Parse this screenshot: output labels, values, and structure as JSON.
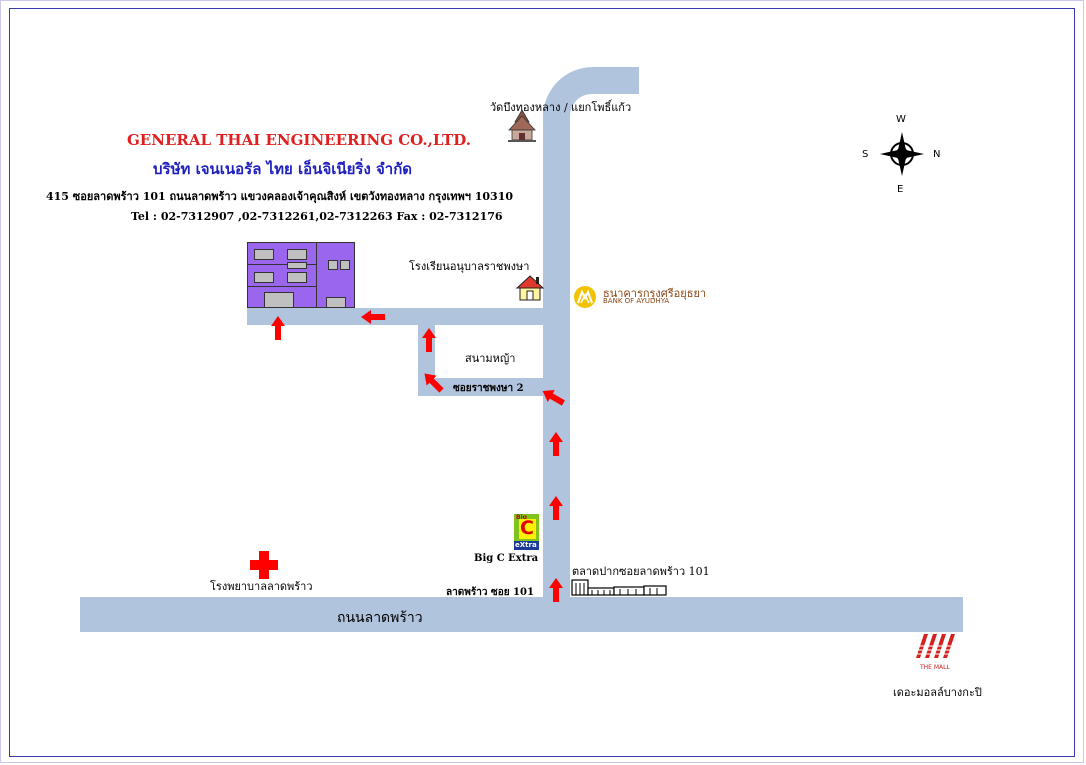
{
  "company": {
    "name_en": "GENERAL THAI ENGINEERING CO.,LTD.",
    "name_th": "บริษัท เจนเนอรัล ไทย เอ็นจิเนียริ่ง จำกัด",
    "address": "415  ซอยลาดพร้าว 101 ถนนลาดพร้าว แขวงคลองเจ้าคุณสิงห์ เขตวังทองหลาง กรุงเทพฯ 10310",
    "contact": "Tel : 02-7312907 ,02-7312261,02-7312263 Fax : 02-7312176"
  },
  "compass": {
    "north": "W",
    "west": "S",
    "east": "N",
    "south": "E"
  },
  "roads": {
    "main_road": "ถนนลาดพร้าว",
    "soi_entrance": "ลาดพร้าว ซอย 101",
    "side_soi": "ซอยราชพงษา 2"
  },
  "landmarks": {
    "temple": "วัดบึงทองหลาง / แยกโพธิ์แก้ว",
    "school": "โรงเรียนอนุบาลราชพงษา",
    "bank_th": "ธนาคารกรุงศรีอยุธยา",
    "bank_en": "BANK OF AYUDHYA",
    "field": "สนามหญ้า",
    "big_c": "Big C Extra",
    "big_c_logo_top": "Big",
    "big_c_logo_letter": "C",
    "big_c_logo_bottom": "eXtra",
    "market": "ตลาดปากซอยลาดพร้าว 101",
    "hospital": "โรงพยาบาลลาดพร้าว",
    "mall_logo_text": "THE MALL",
    "mall": "เดอะมอลล์บางกะปิ"
  },
  "colors": {
    "road": "#b0c4de",
    "building": "#9a66ee",
    "arrow": "#ff0000",
    "title_red": "#e02020",
    "title_blue": "#2020c0",
    "bank_gold": "#e8b000",
    "bank_brown": "#8b4513"
  }
}
